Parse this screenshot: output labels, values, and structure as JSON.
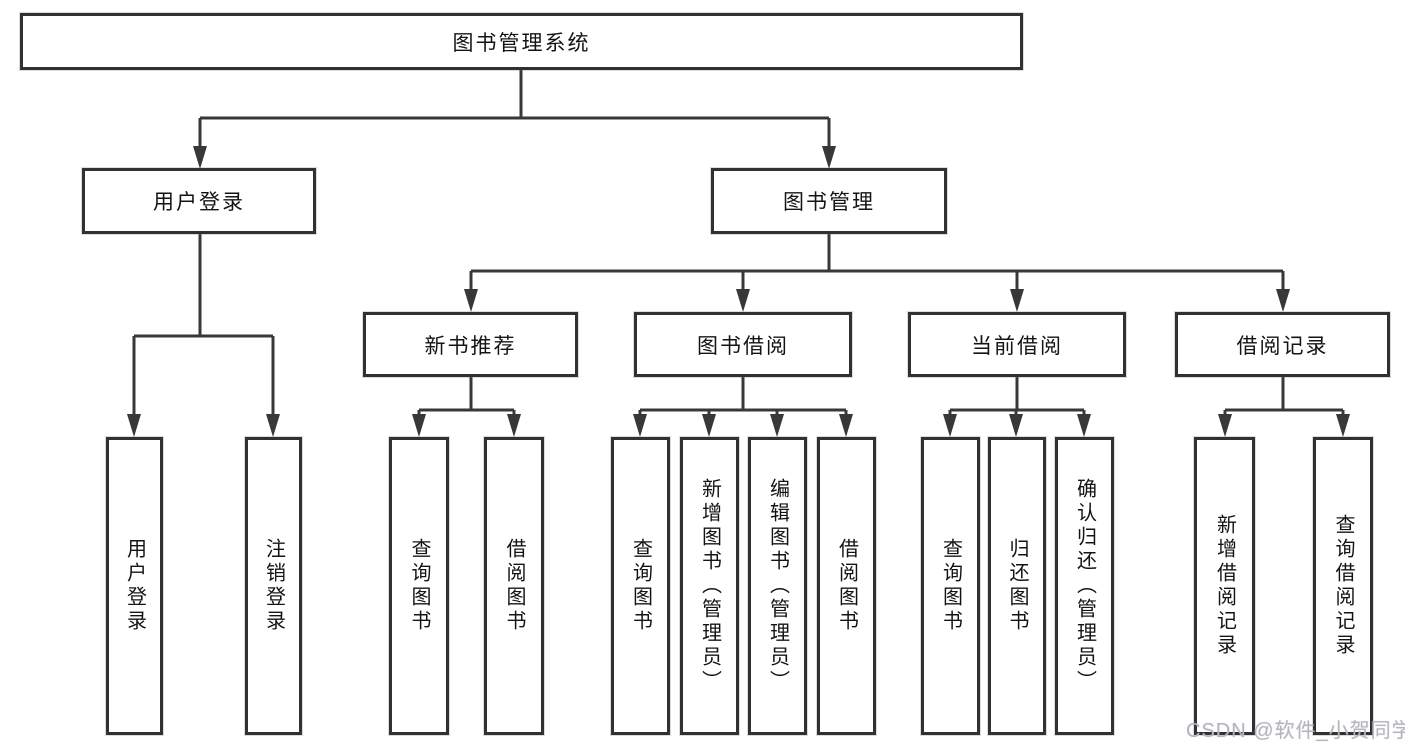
{
  "diagram": {
    "type": "hierarchy-tree",
    "title": "图书管理系统",
    "colors": {
      "line": "#383838",
      "node_border": "#313131",
      "node_fill": "#ffffff",
      "text": "#141414",
      "background": "#ffffff",
      "watermark": "#b6b6bf"
    },
    "root": {
      "label": "图书管理系统"
    },
    "level2": [
      {
        "id": "user-login",
        "label": "用户登录"
      },
      {
        "id": "book-management",
        "label": "图书管理"
      }
    ],
    "level3": [
      {
        "id": "new-book-recommend",
        "label": "新书推荐",
        "parent": "book-management"
      },
      {
        "id": "book-borrow",
        "label": "图书借阅",
        "parent": "book-management"
      },
      {
        "id": "current-borrow",
        "label": "当前借阅",
        "parent": "book-management"
      },
      {
        "id": "borrow-records",
        "label": "借阅记录",
        "parent": "book-management"
      }
    ],
    "leaves": {
      "user_login": [
        "用户登录",
        "注销登录"
      ],
      "new_book_recommend": [
        "查询图书",
        "借阅图书"
      ],
      "book_borrow": [
        "查询图书",
        "新增图书（管理员）",
        "编辑图书（管理员）",
        "借阅图书"
      ],
      "current_borrow": [
        "查询图书",
        "归还图书",
        "确认归还（管理员）"
      ],
      "borrow_records": [
        "新增借阅记录",
        "查询借阅记录"
      ]
    },
    "watermark": "CSDN @软件_小贺同学"
  }
}
